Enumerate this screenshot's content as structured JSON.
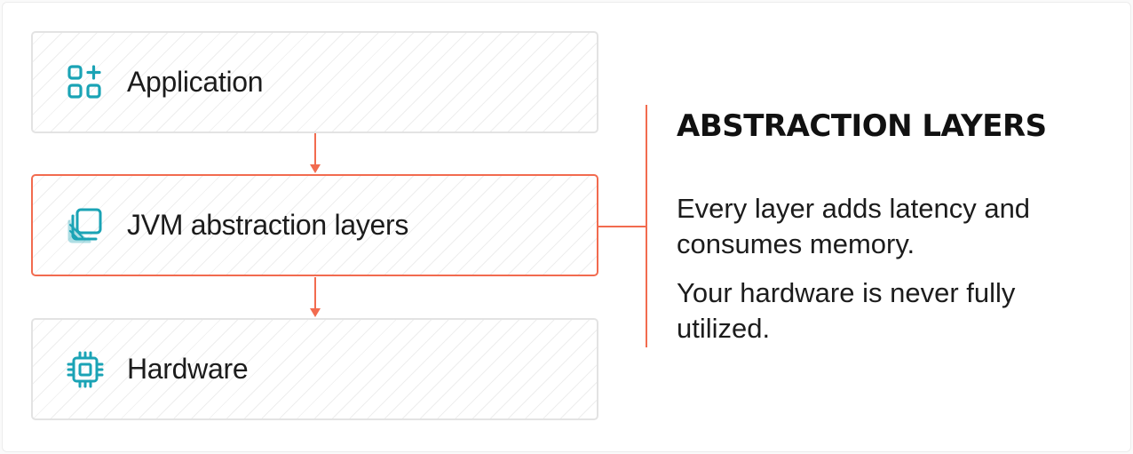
{
  "diagram": {
    "layers": [
      {
        "label": "Application",
        "icon": "apps-grid-plus-icon"
      },
      {
        "label": "JVM abstraction layers",
        "icon": "stacked-layers-icon",
        "highlighted": true
      },
      {
        "label": "Hardware",
        "icon": "cpu-chip-icon"
      }
    ],
    "panel": {
      "title": "ABSTRACTION LAYERS",
      "paragraphs": [
        "Every layer adds latency and consumes memory.",
        "Your hardware is never fully utilized."
      ]
    },
    "colors": {
      "accent": "#f26b4f",
      "icon": "#1aa3b5",
      "border": "#e3e3e3",
      "text": "#1c1c1c"
    }
  }
}
